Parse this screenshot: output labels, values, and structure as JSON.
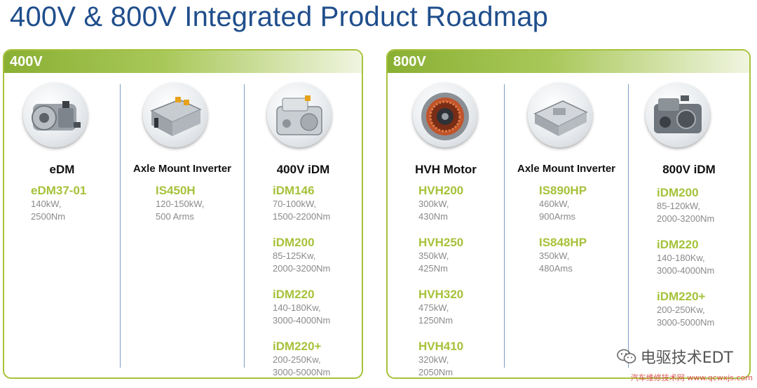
{
  "title": "400V & 800V Integrated Product Roadmap",
  "panels": [
    {
      "label": "400V",
      "columns": [
        {
          "product": "eDM",
          "icon": "motor-drive-unit-image",
          "items": [
            {
              "name": "eDM37-01",
              "specs": [
                "140kW,",
                "2500Nm"
              ]
            }
          ]
        },
        {
          "product": "Axle Mount Inverter",
          "icon": "inverter-image",
          "items": [
            {
              "name": "IS450H",
              "specs": [
                "120-150kW,",
                "500 Arms"
              ]
            }
          ]
        },
        {
          "product": "400V iDM",
          "icon": "integrated-drive-module-image",
          "items": [
            {
              "name": "iDM146",
              "specs": [
                "70-100kW,",
                "1500-2200Nm"
              ]
            },
            {
              "name": "iDM200",
              "specs": [
                "85-125Kw,",
                "2000-3200Nm"
              ]
            },
            {
              "name": "iDM220",
              "specs": [
                "140-180Kw,",
                "3000-4000Nm"
              ]
            },
            {
              "name": "iDM220+",
              "specs": [
                "200-250Kw,",
                "3000-5000Nm"
              ]
            }
          ]
        }
      ]
    },
    {
      "label": "800V",
      "columns": [
        {
          "product": "HVH Motor",
          "icon": "hvh-motor-image",
          "items": [
            {
              "name": "HVH200",
              "specs": [
                "300kW,",
                "430Nm"
              ]
            },
            {
              "name": "HVH250",
              "specs": [
                "350kW,",
                "425Nm"
              ]
            },
            {
              "name": "HVH320",
              "specs": [
                "475kW,",
                "1250Nm"
              ]
            },
            {
              "name": "HVH410",
              "specs": [
                "320kW,",
                "2050Nm"
              ]
            }
          ]
        },
        {
          "product": "Axle Mount Inverter",
          "icon": "inverter-image",
          "items": [
            {
              "name": "IS890HP",
              "specs": [
                "460kW,",
                "900Arms"
              ]
            },
            {
              "name": "IS848HP",
              "specs": [
                "350kW,",
                "480Ams"
              ]
            }
          ]
        },
        {
          "product": "800V iDM",
          "icon": "integrated-drive-module-image",
          "items": [
            {
              "name": "iDM200",
              "specs": [
                "85-120kW,",
                "2000-3200Nm"
              ]
            },
            {
              "name": "iDM220",
              "specs": [
                "140-180Kw,",
                "3000-4000Nm"
              ]
            },
            {
              "name": "iDM220+",
              "specs": [
                "200-250Kw,",
                "3000-5000Nm"
              ]
            }
          ]
        }
      ]
    }
  ],
  "watermark": {
    "text": "电驱技术EDT",
    "icon": "wechat-icon",
    "sub": "汽车维修技术网 www.qcwxjs.com"
  },
  "colors": {
    "title": "#1f4e8c",
    "accent_green": "#a6c23a",
    "spec_gray": "#8a8a8a",
    "divider": "#7f9ac8"
  }
}
